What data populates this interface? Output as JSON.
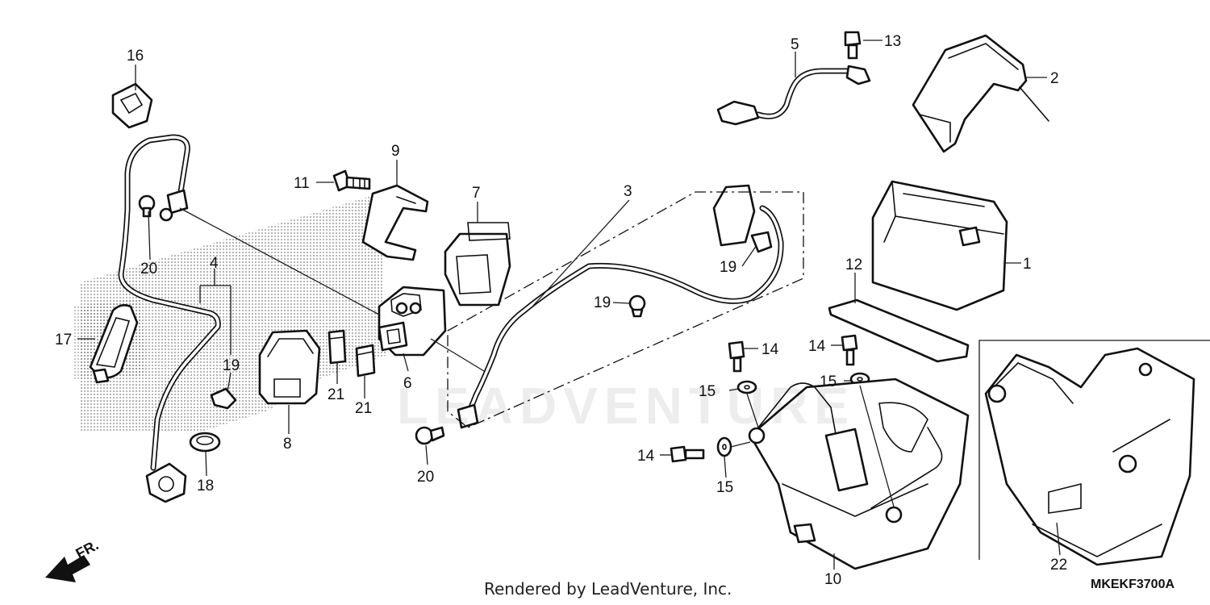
{
  "footer": {
    "rendered_by": "Rendered by LeadVenture, Inc.",
    "diagram_code": "MKEKF3700A"
  },
  "watermark": {
    "text": "LEADVENTURE"
  },
  "front_indicator": {
    "label": "FR."
  },
  "callouts": [
    {
      "id": "c1",
      "label": "1"
    },
    {
      "id": "c2",
      "label": "2"
    },
    {
      "id": "c3",
      "label": "3"
    },
    {
      "id": "c4",
      "label": "4"
    },
    {
      "id": "c5",
      "label": "5"
    },
    {
      "id": "c6",
      "label": "6"
    },
    {
      "id": "c7",
      "label": "7"
    },
    {
      "id": "c8",
      "label": "8"
    },
    {
      "id": "c9",
      "label": "9"
    },
    {
      "id": "c10",
      "label": "10"
    },
    {
      "id": "c11",
      "label": "11"
    },
    {
      "id": "c12",
      "label": "12"
    },
    {
      "id": "c13",
      "label": "13"
    },
    {
      "id": "c14a",
      "label": "14"
    },
    {
      "id": "c14b",
      "label": "14"
    },
    {
      "id": "c14c",
      "label": "14"
    },
    {
      "id": "c15a",
      "label": "15"
    },
    {
      "id": "c15b",
      "label": "15"
    },
    {
      "id": "c15c",
      "label": "15"
    },
    {
      "id": "c16",
      "label": "16"
    },
    {
      "id": "c17",
      "label": "17"
    },
    {
      "id": "c18",
      "label": "18"
    },
    {
      "id": "c19a",
      "label": "19"
    },
    {
      "id": "c19b",
      "label": "19"
    },
    {
      "id": "c19c",
      "label": "19"
    },
    {
      "id": "c20a",
      "label": "20"
    },
    {
      "id": "c20b",
      "label": "20"
    },
    {
      "id": "c21a",
      "label": "21"
    },
    {
      "id": "c21b",
      "label": "21"
    },
    {
      "id": "c22",
      "label": "22"
    }
  ]
}
